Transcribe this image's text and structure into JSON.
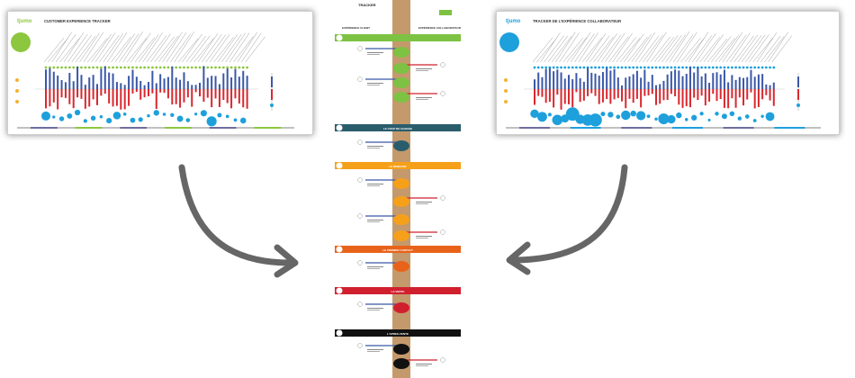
{
  "tracker_left": {
    "brand": "tjumo",
    "title": "CUSTOMER EXPERIENCE TRACKER",
    "badge_color": "#8dc63f",
    "bubble_color": "#1ea0dc",
    "up_color": "#3b58a8",
    "down_color": "#d9282f"
  },
  "tracker_right": {
    "brand": "tjumo",
    "title": "TRACKER DE L'EXPÉRIENCE COLLABORATEUR",
    "badge_color": "#1ea0dc",
    "bubble_color": "#1ea0dc",
    "up_color": "#3b58a8",
    "down_color": "#d9282f"
  },
  "timeline": {
    "title": "TRACKER",
    "col_left": "EXPÉRIENCE CLIENT",
    "col_right": "EXPÉRIENCE COLLABORATEUR",
    "trunk_color": "#c49a6c",
    "sections": [
      {
        "label": "",
        "color": "#7dc242"
      },
      {
        "label": "LE COUP DE CHARGE",
        "color": "#2a5d6c"
      },
      {
        "label": "LE RENCONT",
        "color": "#f6a01a"
      },
      {
        "label": "LE PREMIER CONTACT",
        "color": "#e8631a"
      },
      {
        "label": "LA VENTE",
        "color": "#d0202e"
      },
      {
        "label": "L'APRES-VENTE",
        "color": "#111111"
      }
    ]
  },
  "arrow_color": "#666666"
}
